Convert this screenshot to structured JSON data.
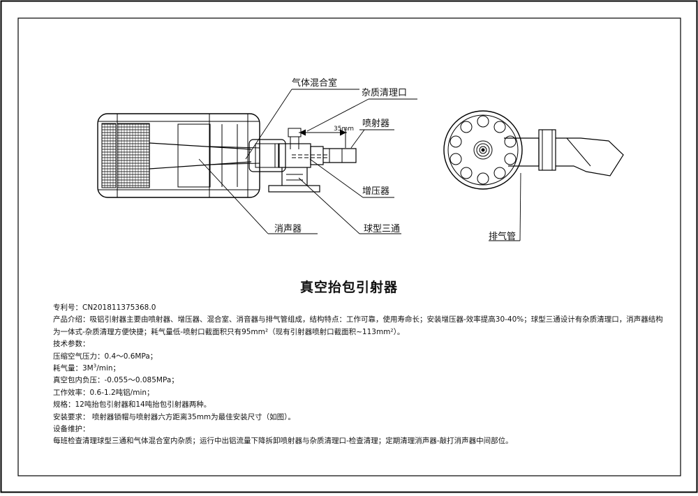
{
  "callouts": {
    "gas_mixing_chamber": "气体混合室",
    "impurity_cleaning_port": "杂质清理口",
    "injector": "喷射器",
    "distance": "35mm",
    "booster": "增压器",
    "muffler": "消声器",
    "ball_tee": "球型三通",
    "exhaust_pipe": "排气管"
  },
  "title": "真空抬包引射器",
  "description": {
    "patent": "专利号：CN201811375368.0",
    "intro": "产品介绍：吸铝引射器主要由喷射器、增压器、混合室、消音器与排气管组成，结构特点：工作可靠，使用寿命长；安装增压器-效率提高30-40%；球型三通设计有杂质清理口，消声器结构为一体式-杂质清理方便快捷；耗气量低-喷射口截面积只有95mm²（现有引射器喷射口截面积~113mm²）。",
    "tech_header": "技术参数：",
    "air_pressure": "压缩空气压力：0.4～0.6MPa；",
    "air_consumption_prefix": "耗气量：3M",
    "air_consumption_sup": "3",
    "air_consumption_suffix": "/min；",
    "negative_pressure": "真空包内负压：-0.055～0.085MPa；",
    "efficiency": "工作效率：0.6-1.2吨铝/min；",
    "spec": "规格：12吨抬包引射器和14吨抬包引射器两种。",
    "install": "安装要求：  喷射器锁帽与喷射器六方距离35mm为最佳安装尺寸（如图）。",
    "maint_header": "设备维护：",
    "maint": "每班检查清理球型三通和气体混合室内杂质；运行中出铝流量下降拆卸喷射器与杂质清理口-检查清理；定期清理消声器-敲打消声器中间部位。"
  }
}
